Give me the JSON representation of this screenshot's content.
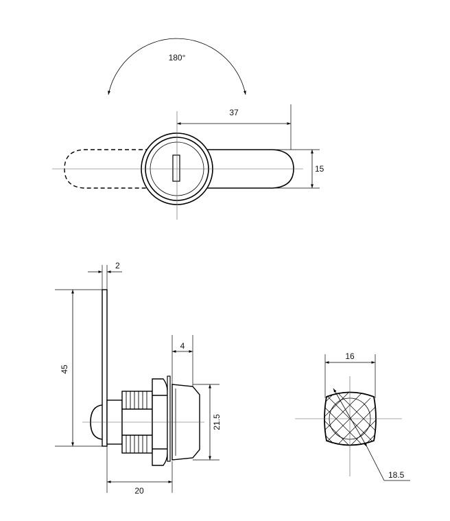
{
  "annotations": {
    "rotation": "180°",
    "handle_length": "37",
    "handle_width": "15",
    "plate_thickness": "2",
    "plate_height": "45",
    "bezel_depth": "4",
    "bezel_diameter": "21.5",
    "body_length": "20",
    "flat_width": "16",
    "thread_diameter": "18.5"
  }
}
